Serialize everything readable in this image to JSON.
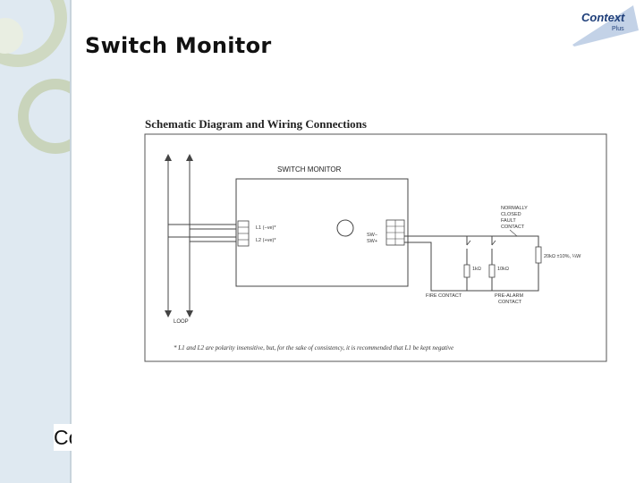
{
  "slide": {
    "title": "Switch Monitor",
    "footer_fragment": "Co"
  },
  "logo": {
    "main": "Context",
    "sub": "Plus",
    "color": "#1f3f7a",
    "accent": "#9fb6d6"
  },
  "diagram": {
    "heading": "Schematic Diagram and Wiring Connections",
    "box_label": "SWITCH MONITOR",
    "terminal_left": [
      "L1 (−ve)*",
      "L2 (+ve)*"
    ],
    "terminal_right": [
      "SW−",
      "SW+"
    ],
    "contact_type": [
      "NORMALLY",
      "CLOSED",
      "FAULT",
      "CONTACT"
    ],
    "resistor_20k": "20kΩ ±10%, ¼W",
    "resistor_1k": "1kΩ",
    "resistor_10k": "10kΩ",
    "fire_contact": "FIRE CONTACT",
    "prealarm_contact": [
      "PRE-ALARM",
      "CONTACT"
    ],
    "loop": "LOOP",
    "footnote": "* L1 and L2 are polarity insensitive, but, for the sake of consistency, it is recommended that L1 be kept negative"
  },
  "colors": {
    "sidebar": "#dfe9f1",
    "ring": "#c6d3b8",
    "line": "#444444"
  }
}
